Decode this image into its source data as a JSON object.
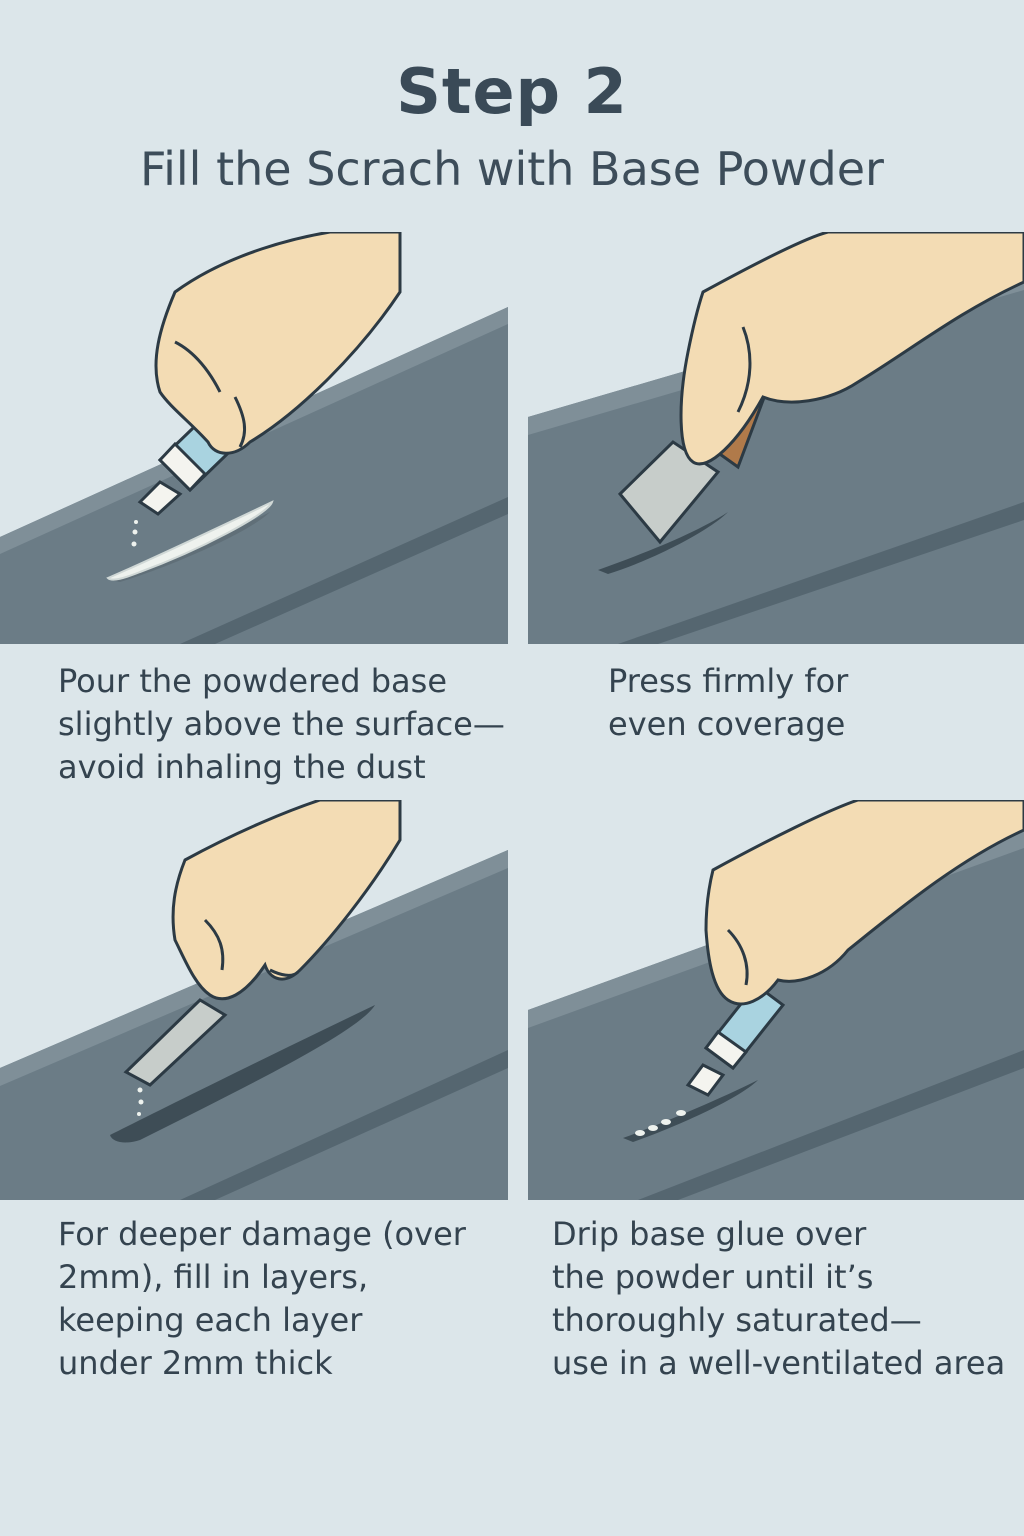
{
  "header": {
    "title": "Step 2",
    "subtitle": "Fill the Scrach with Base Powder"
  },
  "colors": {
    "background": "#dce6ea",
    "surface": "#6b7c86",
    "surface_edge": "#556670",
    "skin": "#f3dcb4",
    "outline": "#2c3a44",
    "bottle": "#a9d3e0",
    "powder": "#eef2ee"
  },
  "panels": [
    {
      "caption": [
        "Pour the powdered base",
        "slightly above the surface—",
        "avoid inhaling the dust"
      ],
      "icons": [
        "hand-icon",
        "bottle-icon",
        "powder-line-icon"
      ]
    },
    {
      "caption": [
        "Press firmly for",
        "even coverage"
      ],
      "icons": [
        "hand-icon",
        "spatula-icon"
      ]
    },
    {
      "caption": [
        "For deeper damage (over",
        "2mm), fill in layers,",
        "keeping each layer",
        "under 2mm thick"
      ],
      "icons": [
        "hand-icon",
        "scraper-tool-icon"
      ]
    },
    {
      "caption": [
        "Drip base glue over",
        "the powder until it’s",
        "thoroughly saturated—",
        "use in a well-ventilated area"
      ],
      "icons": [
        "hand-icon",
        "glue-bottle-icon"
      ]
    }
  ]
}
